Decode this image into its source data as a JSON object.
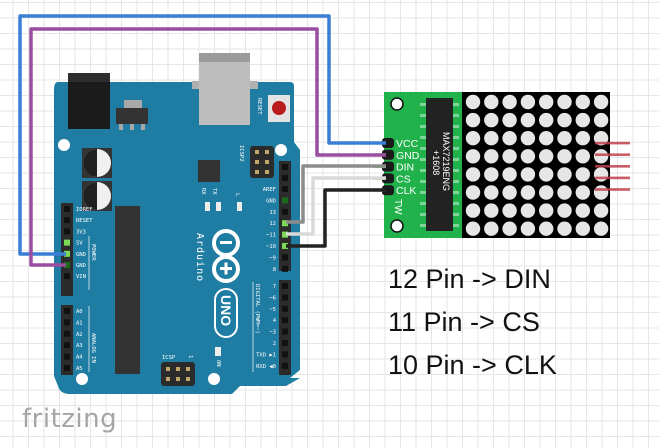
{
  "diagram": {
    "type": "wiring-schematic",
    "tool_logo": "fritzing",
    "colors": {
      "board": "#1f7da3",
      "module_pcb": "#21b24b",
      "matrix_bg": "#000000",
      "led_off": "#e6e6e6",
      "wire_vcc": "#3a7fd5",
      "wire_gnd": "#9b4da0",
      "wire_din": "#8c8c8c",
      "wire_cs": "#d9d9d9",
      "wire_clk": "#222222",
      "pin_highlight": "#7ed957",
      "reset_button": "#b81c1c"
    },
    "arduino": {
      "name": "Arduino",
      "model": "UNO",
      "labels": {
        "reset": "RESET",
        "icsp2": "ICSP2",
        "icsp": "ICSP",
        "icsp_pin1": "1",
        "rx": "RX",
        "tx": "TX",
        "l": "L",
        "on": "ON",
        "power": "POWER",
        "analog_in": "ANALOG IN",
        "digital": "DIGITAL (PWM=~)"
      },
      "power_pins": [
        "IOREF",
        "RESET",
        "3V3",
        "5V",
        "GND",
        "GND",
        "VIN"
      ],
      "analog_pins": [
        "A0",
        "A1",
        "A2",
        "A3",
        "A4",
        "A5"
      ],
      "digital_pins_top": [
        "AREF",
        "GND",
        "13",
        "12",
        "~11",
        "~10",
        "~9",
        "8"
      ],
      "digital_pins_bottom": [
        "7",
        "~6",
        "~5",
        "4",
        "~3",
        "2",
        "TXD ▶1",
        "RXD ◀0"
      ]
    },
    "module": {
      "chip_label": "MAX7219ENG",
      "chip_date": "+1608",
      "silk_mark": "TW",
      "pins": [
        "VCC",
        "GND",
        "DIN",
        "CS",
        "CLK"
      ],
      "matrix_rows": 8,
      "matrix_cols": 8
    },
    "connections": [
      {
        "from": "5V",
        "to": "VCC",
        "color": "wire_vcc"
      },
      {
        "from": "GND",
        "to": "GND",
        "color": "wire_gnd"
      },
      {
        "from": "12",
        "to": "DIN",
        "color": "wire_din"
      },
      {
        "from": "~11",
        "to": "CS",
        "color": "wire_cs"
      },
      {
        "from": "~10",
        "to": "CLK",
        "color": "wire_clk"
      }
    ],
    "mapping_text": [
      "12 Pin -> DIN",
      "11 Pin -> CS",
      "10 Pin -> CLK"
    ]
  }
}
